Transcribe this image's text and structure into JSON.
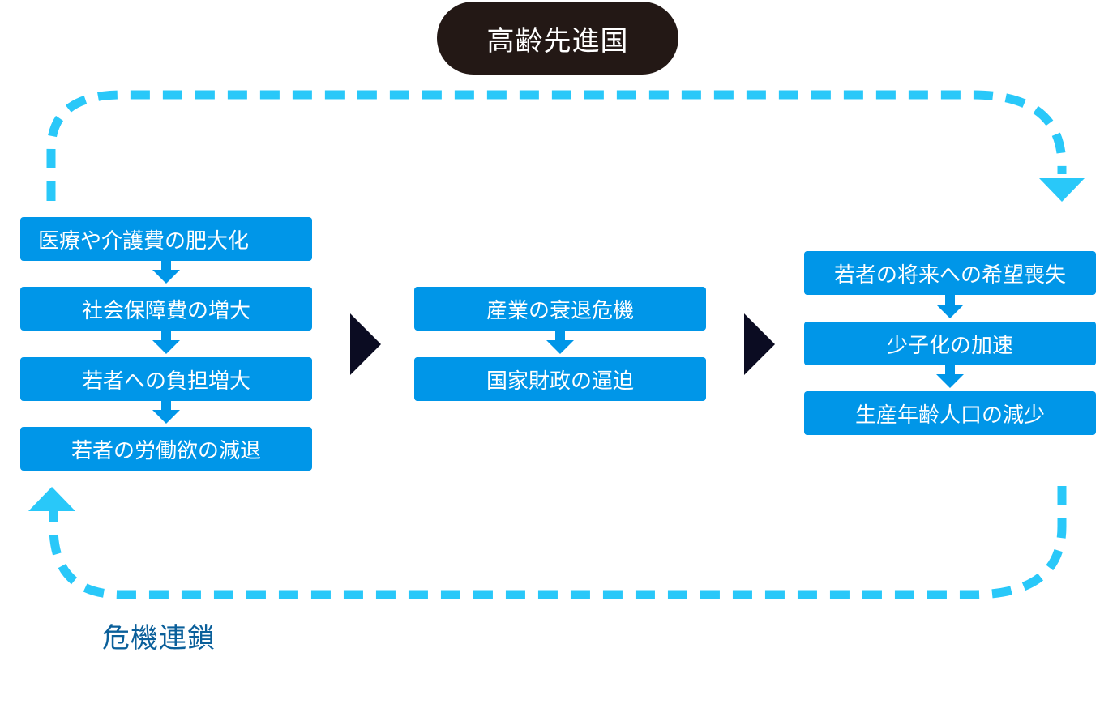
{
  "title": "高齢先進国",
  "columns": [
    {
      "items": [
        "医療や介護費の肥大化",
        "社会保障費の増大",
        "若者への負担増大",
        "若者の労働欲の減退"
      ]
    },
    {
      "items": [
        "産業の衰退危機",
        "国家財政の逼迫"
      ]
    },
    {
      "items": [
        "若者の将来への希望喪失",
        "少子化の加速",
        "生産年齢人口の減少"
      ]
    }
  ],
  "caption": "危機連鎖",
  "colors": {
    "box": "#0096e8",
    "title_bg": "#231815",
    "loop": "#29c8f9",
    "chevron": "#0b0c22",
    "caption": "#0a5f9a"
  },
  "icons": [
    "down-arrow-icon",
    "chevron-right-icon",
    "loop-arrow-icon"
  ]
}
